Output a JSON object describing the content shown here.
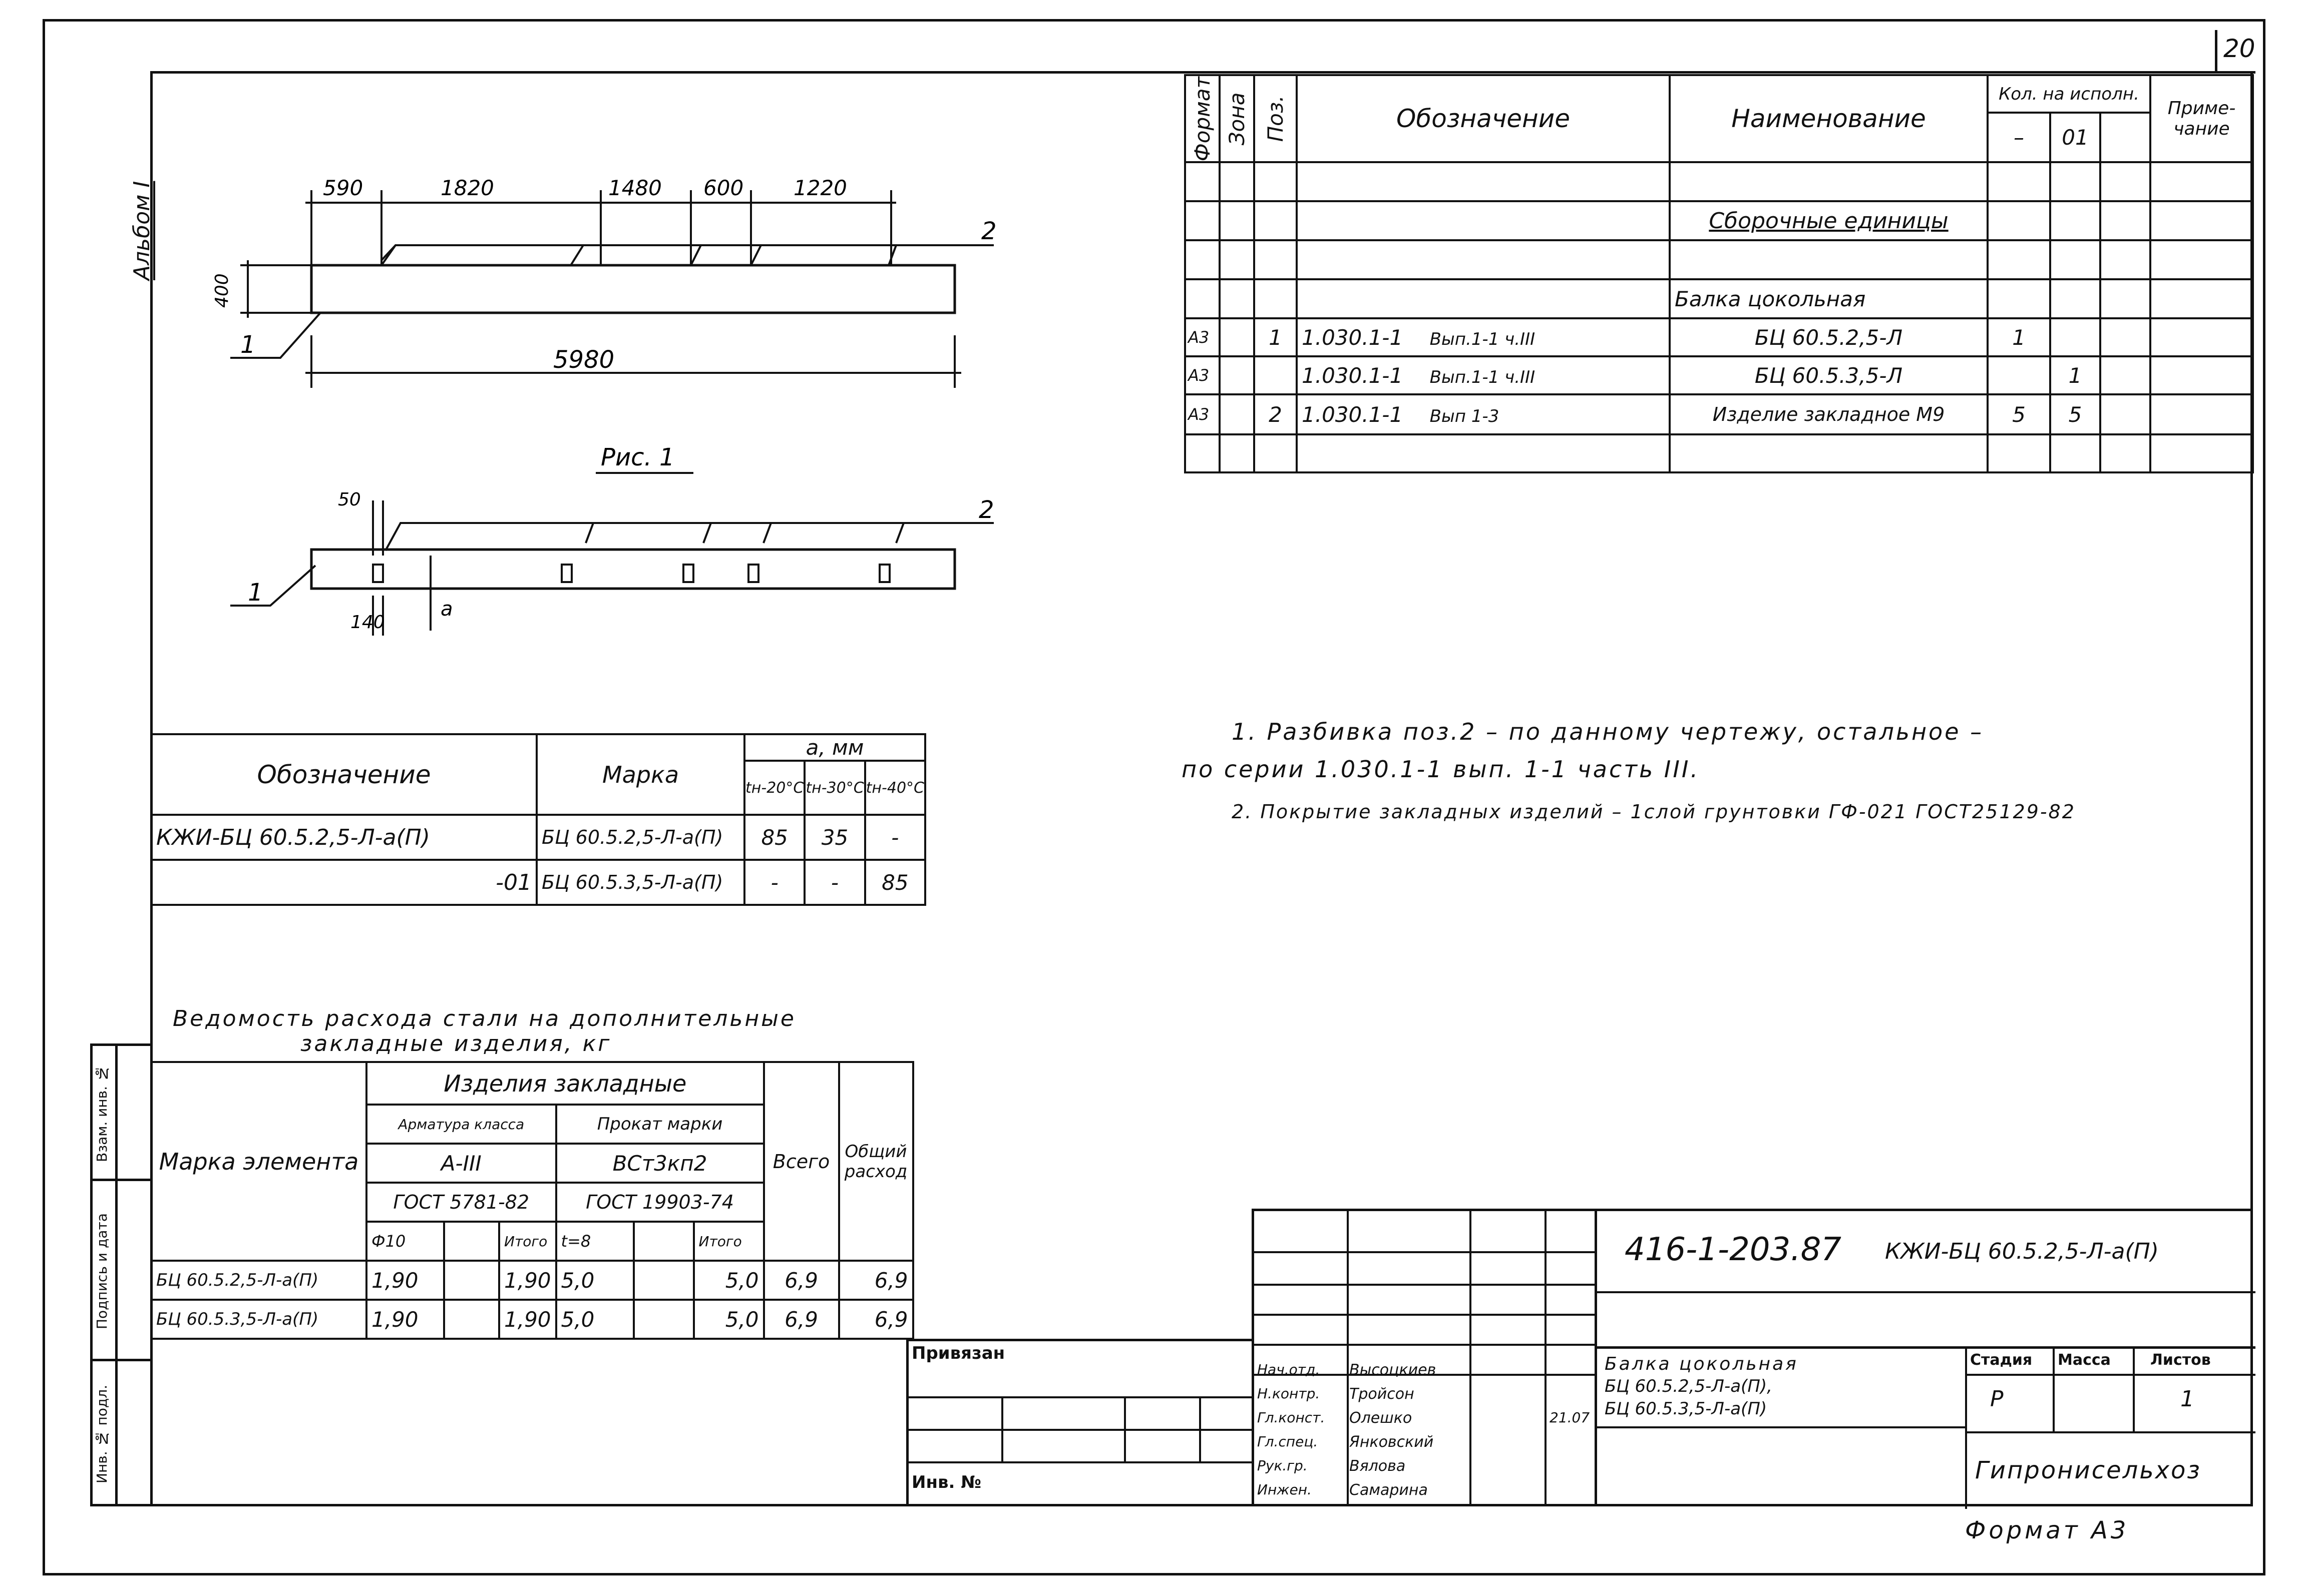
{
  "page_number": "20",
  "album_label": "Альбом I",
  "fig_caption": "Рис. 1",
  "dims": {
    "d1": "590",
    "d2": "1820",
    "d3": "1480",
    "d4": "600",
    "d5": "1220",
    "height": "400",
    "length": "5980",
    "pos1": "1",
    "pos2": "2",
    "d50": "50",
    "d140": "140",
    "a": "a"
  },
  "spec": {
    "headers": {
      "format": "Формат",
      "zone": "Зона",
      "pos": "Поз.",
      "designation": "Обозначение",
      "name": "Наименование",
      "qty": "Кол. на исполн.",
      "dash": "–",
      "v01": "01",
      "note": "Приме-чание"
    },
    "section": "Сборочные единицы",
    "group": "Балка цокольная",
    "rows": [
      {
        "format": "A3",
        "pos": "1",
        "designation": "1.030.1-1",
        "issue": "Вып.1-1 ч.III",
        "name": "БЦ 60.5.2,5-Л",
        "q1": "1",
        "q2": ""
      },
      {
        "format": "A3",
        "pos": "",
        "designation": "1.030.1-1",
        "issue": "Вып.1-1 ч.III",
        "name": "БЦ 60.5.3,5-Л",
        "q1": "",
        "q2": "1"
      },
      {
        "format": "A3",
        "pos": "2",
        "designation": "1.030.1-1",
        "issue": "Вып 1-3",
        "name": "Изделие закладное М9",
        "q1": "5",
        "q2": "5"
      }
    ]
  },
  "notes": [
    "1. Разбивка поз.2 – по данному чертежу, остальное –",
    "по серии 1.030.1-1 вып. 1-1 часть III.",
    "2. Покрытие закладных изделий – 1слой грунтовки ГФ-021 ГОСТ25129-82"
  ],
  "mark_table": {
    "h_designation": "Обозначение",
    "h_mark": "Марка",
    "h_a": "a, мм",
    "h_t1": "tн-20°С",
    "h_t2": "tн-30°С",
    "h_t3": "tн-40°С",
    "rows": [
      {
        "designation": "КЖИ-БЦ 60.5.2,5-Л-а(П)",
        "mark": "БЦ 60.5.2,5-Л-а(П)",
        "t1": "85",
        "t2": "35",
        "t3": "-"
      },
      {
        "designation": "-01",
        "mark": "БЦ 60.5.3,5-Л-а(П)",
        "t1": "-",
        "t2": "-",
        "t3": "85"
      }
    ]
  },
  "steel": {
    "title1": "Ведомость расхода стали на дополнительные",
    "title2": "закладные изделия, кг",
    "h_mark": "Марка элемента",
    "h_items": "Изделия закладные",
    "h_rebar": "Арматура класса",
    "h_rolled": "Прокат марки",
    "h_a3": "А-III",
    "h_vst": "ВСт3кп2",
    "h_gost1": "ГОСТ 5781-82",
    "h_gost2": "ГОСТ 19903-74",
    "h_d10": "Ф10",
    "h_itogo1": "Итого",
    "h_t8": "t=8",
    "h_itogo2": "Итого",
    "h_total": "Всего",
    "h_overall": "Общий расход",
    "rows": [
      {
        "mark": "БЦ 60.5.2,5-Л-а(П)",
        "a": "1,90",
        "ai": "1,90",
        "b": "5,0",
        "bi": "5,0",
        "all": "6,9",
        "tot": "6,9"
      },
      {
        "mark": "БЦ 60.5.3,5-Л-а(П)",
        "a": "1,90",
        "ai": "1,90",
        "b": "5,0",
        "bi": "5,0",
        "all": "6,9",
        "tot": "6,9"
      }
    ]
  },
  "title_block": {
    "code": "416-1-203.87",
    "doc": "КЖИ-БЦ 60.5.2,5-Л-а(П)",
    "privyazan": "Привязан",
    "inv": "Инв. №",
    "roles": [
      "Нач.отд.",
      "Н.контр.",
      "Гл.конст.",
      "Гл.спец.",
      "Рук.гр.",
      "Инжен."
    ],
    "names": [
      "Высоцкиев",
      "Тройсон",
      "Олешко",
      "Янковский",
      "Вялова",
      "Самарина"
    ],
    "extra": "21.07",
    "item_title": "Балка цокольная",
    "item_l2": "БЦ 60.5.2,5-Л-а(П),",
    "item_l3": "БЦ 60.5.3,5-Л-а(П)",
    "stage_h": "Стадия",
    "mass_h": "Масса",
    "sheets_h": "Листов",
    "stage": "Р",
    "sheets": "1",
    "org": "Гипронисельхоз"
  },
  "side_labels": [
    "Взам. инв. №",
    "Подпись и дата",
    "Инв. № подл."
  ],
  "format": "Формат А3"
}
